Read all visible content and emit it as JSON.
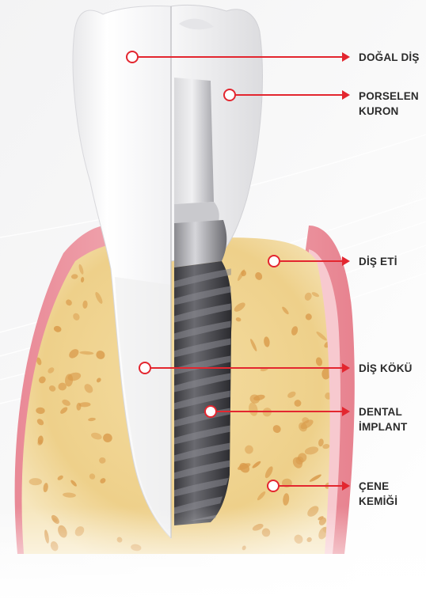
{
  "diagram": {
    "accent_color": "#e3262f",
    "labels": [
      {
        "id": "natural-tooth",
        "lines": [
          "DOĞAL DİŞ"
        ]
      },
      {
        "id": "porcelain-crown",
        "lines": [
          "PORSELEN",
          "KURON"
        ]
      },
      {
        "id": "gum",
        "lines": [
          "DİŞ ETİ"
        ]
      },
      {
        "id": "tooth-root",
        "lines": [
          "DİŞ KÖKÜ"
        ]
      },
      {
        "id": "dental-implant",
        "lines": [
          "DENTAL",
          "İMPLANT"
        ]
      },
      {
        "id": "jaw-bone",
        "lines": [
          "ÇENE",
          "KEMİĞİ"
        ]
      }
    ]
  }
}
